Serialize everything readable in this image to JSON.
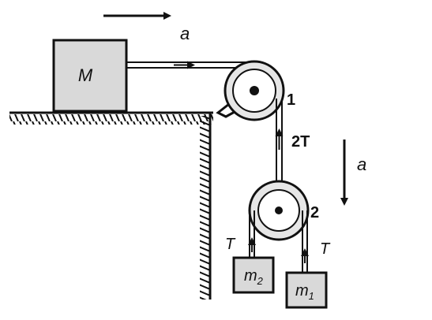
{
  "diagram": {
    "block_M_label": "M",
    "accel_top_label": "a",
    "accel_right_label": "a",
    "pulley_1_label": "1",
    "pulley_2_label": "2",
    "tension_2T_label": "2T",
    "tension_left_label": "T",
    "tension_right_label": "T",
    "mass_2_label": "m",
    "mass_2_subscript": "2",
    "mass_1_label": "m",
    "mass_1_subscript": "1",
    "colors": {
      "ink": "#111111",
      "block_fill": "#d9d9d9",
      "pulley_fill": "#e6e6e6"
    }
  }
}
